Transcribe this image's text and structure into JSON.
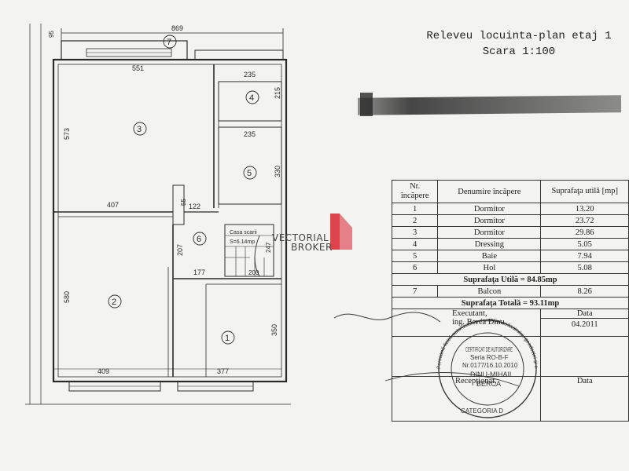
{
  "title": {
    "line1": "Releveu locuinta-plan etaj 1",
    "line2": "Scara 1:100"
  },
  "plan": {
    "dims": {
      "top_total": "869",
      "left_top": "95",
      "room3_width": "551",
      "room3_height": "573",
      "room4_width": "235",
      "room4_height": "215",
      "room5_width": "235",
      "room5_height": "330",
      "mid_left": "407",
      "mid_55": "55",
      "mid_122": "122",
      "hall_207": "207",
      "hall_177": "177",
      "stair_200": "200",
      "stair_247": "247",
      "room2_height": "580",
      "room1_height": "350",
      "bottom_left": "409",
      "bottom_right": "377"
    },
    "room_numbers": {
      "r1": "1",
      "r2": "2",
      "r3": "3",
      "r4": "4",
      "r5": "5",
      "r6": "6",
      "r7": "7"
    },
    "stair_label_1": "Casa scarii",
    "stair_label_2": "S=6.14mp"
  },
  "table": {
    "header": {
      "nr": "Nr. încăpere",
      "name": "Denumire încăpere",
      "area": "Suprafaţa utilă [mp]"
    },
    "rows": [
      {
        "nr": "1",
        "name": "Dormitor",
        "area": "13.20"
      },
      {
        "nr": "2",
        "name": "Dormitor",
        "area": "23.72"
      },
      {
        "nr": "3",
        "name": "Dormitor",
        "area": "29.86"
      },
      {
        "nr": "4",
        "name": "Dressing",
        "area": "5.05"
      },
      {
        "nr": "5",
        "name": "Baie",
        "area": "7.94"
      },
      {
        "nr": "6",
        "name": "Hol",
        "area": "5.08"
      }
    ],
    "total_util": "Suprafaţa Utilă = 84.85mp",
    "balcony": {
      "nr": "7",
      "name": "Balcon",
      "area": "8.26"
    },
    "total": "Suprafaţa Totală = 93.11mp",
    "executant_label": "Executant,",
    "executant_name": "ing. Berca Dinu",
    "data_label": "Data",
    "data_value": "04.2011",
    "receptionat_label": "Recepţionat,",
    "data_label_2": "Data"
  },
  "stamp": {
    "outer": "Persoană fizică autorizată în domeniul cadastrului, geodeziei și cartografiei",
    "cert": "CERTIFICAT DE AUTORIZARE",
    "serie": "Seria RO-B-F",
    "nr": "Nr.0177/16.10.2010",
    "name1": "DINU-MIHAIL",
    "name2": "BERCA",
    "categoria": "CATEGORIA D"
  },
  "watermark": {
    "line1": "VECTORIAL",
    "line2": "BROKER"
  },
  "colors": {
    "ink": "#2a2a2a",
    "stamp": "#3a3a3a",
    "brand_red": "#d9232e"
  }
}
